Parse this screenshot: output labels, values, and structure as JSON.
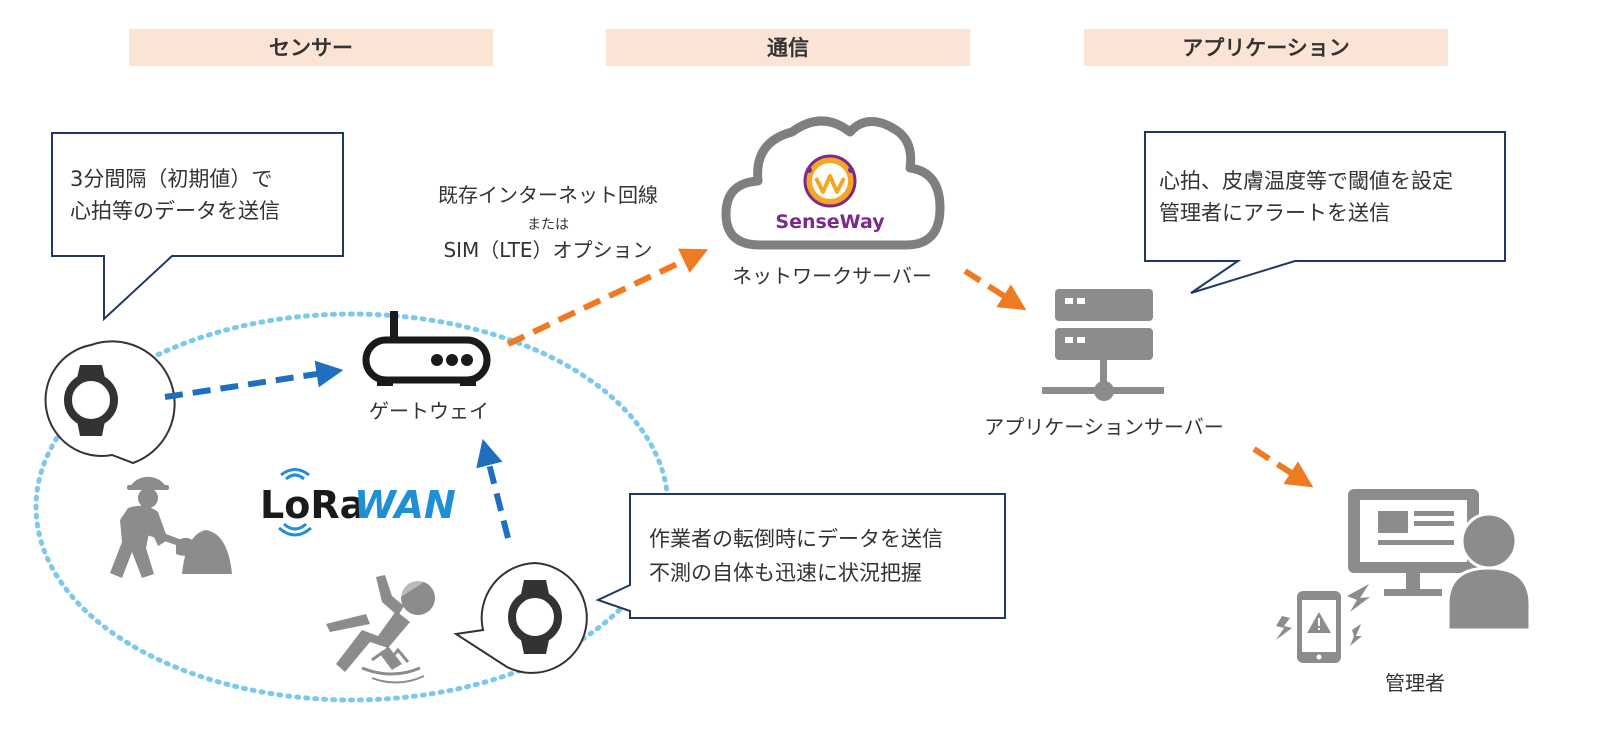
{
  "headers": {
    "sensor": "センサー",
    "network": "通信",
    "application": "アプリケーション"
  },
  "bubbles": {
    "sensor": [
      "3分間隔（初期値）で",
      "心拍等のデータを送信"
    ],
    "fall": [
      "作業者の転倒時にデータを送信",
      "不測の自体も迅速に状況把握"
    ],
    "alert": [
      "心拍、皮膚温度等で閾値を設定",
      "管理者にアラートを送信"
    ]
  },
  "connection": {
    "line1": "既存インターネット回線",
    "line2": "または",
    "line3": "SIM（LTE）オプション"
  },
  "labels": {
    "gateway": "ゲートウェイ",
    "network_server": "ネットワークサーバー",
    "app_server": "アプリケーションサーバー",
    "manager": "管理者"
  },
  "logos": {
    "lorawan_lo": "LoRa",
    "lorawan_wan": "WAN",
    "senseway": "SenseWay"
  },
  "colors": {
    "header_bg": "#fbe4d5",
    "bubble_border": "#1f3864",
    "sensor_arrow": "#1f6fbf",
    "cloud_arrow": "#f07a22",
    "ellipse": "#7ec8ee",
    "icon_gray": "#8c8c8c",
    "icon_dark": "#333333"
  },
  "icons": [
    "smartwatch-icon",
    "worker-digging-icon",
    "worker-falling-icon",
    "router-icon",
    "cloud-icon",
    "server-icon",
    "manager-desk-icon",
    "smartphone-alert-icon"
  ]
}
